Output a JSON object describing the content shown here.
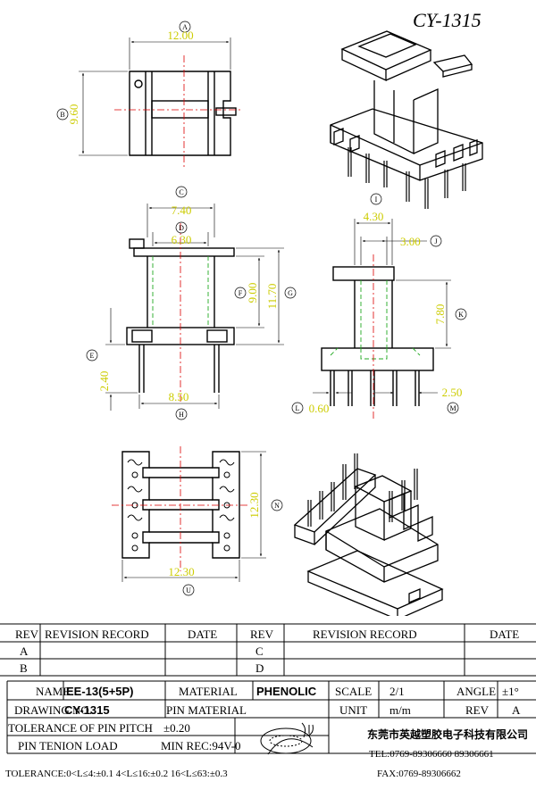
{
  "model_code": "CY-1315",
  "views": {
    "top": {
      "callout_a": "A",
      "dim_a": "12.00",
      "callout_b": "B",
      "dim_b": "9.60"
    },
    "front": {
      "callout_c": "C",
      "dim_c": "7.40",
      "callout_d": "D",
      "dim_d": "6.30",
      "callout_f": "F",
      "dim_f": "9.00",
      "callout_g": "G",
      "dim_g": "11.70",
      "callout_e": "E",
      "dim_e": "2.40",
      "callout_h": "H",
      "dim_h": "8.50"
    },
    "side": {
      "dim_top": "4.30",
      "callout_j": "J",
      "dim_j": "3.00",
      "callout_k": "K",
      "dim_k": "7.80",
      "callout_l": "L",
      "dim_l": "0.60",
      "callout_m": "M",
      "dim_m": "2.50"
    },
    "bottom": {
      "callout_n": "N",
      "dim_n": "12.30",
      "callout_u": "U",
      "dim_u": "12.30"
    },
    "iso_top_callout": "I"
  },
  "revision_table": {
    "headers": {
      "rev": "REV",
      "record": "REVISION RECORD",
      "date": "DATE"
    },
    "left_rows": [
      "A",
      "B"
    ],
    "right_rows": [
      "C",
      "D"
    ]
  },
  "title_block": {
    "name_label": "NAME",
    "name_value": "EE-13(5+5P)",
    "material_label": "MATERIAL",
    "material_value": "PHENOLIC",
    "scale_label": "SCALE",
    "scale_value": "2/1",
    "angle_label": "ANGLE",
    "angle_value": "±1°",
    "drawing_label": "DRAWING NO.",
    "drawing_value": "CY-1315",
    "pin_material_label": "PIN MATERIAL",
    "unit_label": "UNIT",
    "unit_value": "m/m",
    "rev_label": "REV",
    "rev_value": "A",
    "pitch_label": "TOLERANCE OF PIN PITCH",
    "pitch_value": "±0.20",
    "pin_load_label": "PIN TENION LOAD",
    "flame_label": "MIN REC:94V-0",
    "company_cn": "东莞市英越塑胶电子科技有限公司",
    "tel": "TEL:0769-89306660 89306661",
    "fax": "FAX:0769-89306662",
    "tolerance": "TOLERANCE:0<L≤4:±0.1  4<L≤16:±0.2  16<L≤63:±0.3"
  }
}
